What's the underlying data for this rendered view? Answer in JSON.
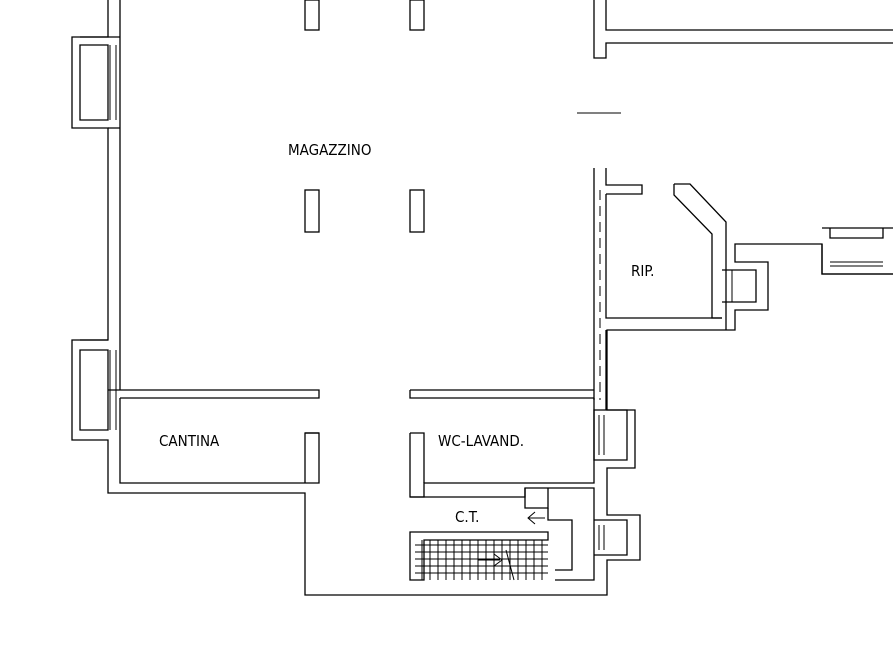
{
  "rooms": {
    "magazzino": "MAGAZZINO",
    "rip": "RIP.",
    "cantina": "CANTINA",
    "wc_lavand": "WC-LAVAND.",
    "ct": "C.T."
  },
  "colors": {
    "lines": "#000000",
    "background": "#ffffff"
  }
}
